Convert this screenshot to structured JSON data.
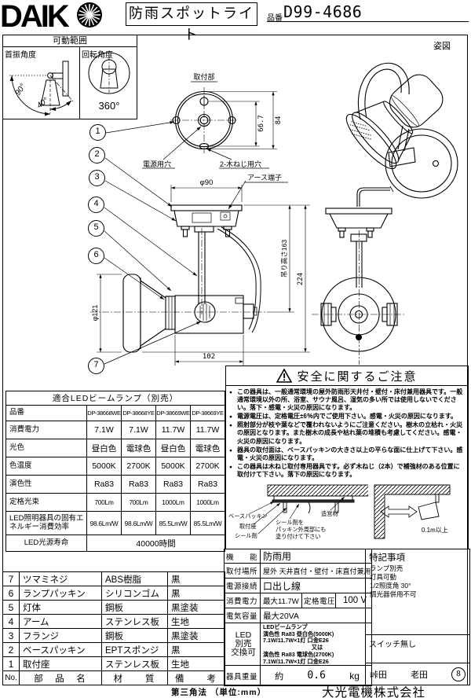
{
  "header": {
    "logo_text": "DAIK",
    "title": "防雨スポットライト",
    "part_label": "品番",
    "part_number": "D99-4686"
  },
  "pose_label": "姿図",
  "movable_range": {
    "title": "可動範囲",
    "swing_label": "首振角度",
    "swing_angle_back": "90°",
    "swing_angle_front": "40°",
    "rotation_label": "回転角度",
    "rotation_angle": "360°"
  },
  "drawing": {
    "mount_label": "取付部",
    "dim_inner_height": "66.7",
    "dim_outer_height": "84",
    "power_hole_label": "電源用穴",
    "wood_screw_label": "2-木ねじ用穴",
    "base_dia": "φ90",
    "earth_label": "アース端子",
    "lamp_dia": "φ121",
    "hang_height": "吊り高さ163",
    "total_height": "224",
    "depth": "102",
    "callouts": [
      "1",
      "2",
      "3",
      "4",
      "5",
      "6",
      "7"
    ]
  },
  "safety": {
    "title": "安全に関するご注意",
    "bullets": [
      "この器具は、一般通常環境の屋外防雨形天井付・壁付・床付兼用器具です。一般通常環境以外の所、浴室、サウナ風呂、湿気の多い所では使用しないでください。落下・感電・火災の原因になります。",
      "電源電圧は、定格電圧±6％内でご使用下さい。感電・火災の原因になります。",
      "照射部分が枝や葉などで覆われないようにご注意ください。樹木の立枯れ・火災の原因となります。また樹木の成長や枯れ葉の堆積も考慮してください。感電・火災の原因になります。",
      "器具の取付面は、ベースパッキンの大きさ以上の平らな面に仕上げて下さい。感電・火災の原因になります。",
      "この器具は木ねじ取付専用器具です。必ず木ねじ（2本）で補強材のある位置に取付けて下さい。落下の原因になります。"
    ],
    "diagram": {
      "base_packing": "ベースパッキン",
      "mount_seat": "取付座",
      "sealant": "シール剤",
      "sealant_note": [
        "シール剤を",
        "パッキン外周部にも",
        "塗り付けて下さい"
      ],
      "structure": "造営材",
      "clearance": "0.1m以上"
    }
  },
  "led_table": {
    "title": "適合LEDビームランプ（別売）",
    "rows": [
      {
        "label": "品番",
        "values": [
          "DP-38668WE",
          "DP-38668YE",
          "DP-38669WE",
          "DP-38669YE"
        ]
      },
      {
        "label": "消費電力",
        "values": [
          "7.1W",
          "7.1W",
          "11.7W",
          "11.7W"
        ]
      },
      {
        "label": "光色",
        "values": [
          "昼白色",
          "電球色",
          "昼白色",
          "電球色"
        ]
      },
      {
        "label": "色温度",
        "values": [
          "5000K",
          "2700K",
          "5000K",
          "2700K"
        ]
      },
      {
        "label": "演色性",
        "values": [
          "Ra83",
          "Ra83",
          "Ra83",
          "Ra83"
        ]
      },
      {
        "label": "定格光束",
        "values": [
          "700Lm",
          "700Lm",
          "1000Lm",
          "1000Lm"
        ]
      },
      {
        "label": "LED照明器具の固有エネルギー消費効率",
        "values": [
          "98.6Lm/W",
          "98.6Lm/W",
          "85.5Lm/W",
          "85.5Lm/W"
        ]
      }
    ],
    "lifetime_label": "LED光源寿命",
    "lifetime_value": "40000時間"
  },
  "parts_table": {
    "header": {
      "no": "No.",
      "name": "部　品　名",
      "material": "材　　質",
      "note": "備　　考"
    },
    "rows": [
      {
        "no": "7",
        "name": "ツマミネジ",
        "material": "ABS樹脂",
        "note": "黒"
      },
      {
        "no": "6",
        "name": "ランプパッキン",
        "material": "シリコンゴム",
        "note": "黒"
      },
      {
        "no": "5",
        "name": "灯体",
        "material": "鋼板",
        "note": "黒塗装"
      },
      {
        "no": "4",
        "name": "アーム",
        "material": "ステンレス板",
        "note": "生地"
      },
      {
        "no": "3",
        "name": "フランジ",
        "material": "鋼板",
        "note": "黒塗装"
      },
      {
        "no": "2",
        "name": "ベースパッキン",
        "material": "EPTスポンジ",
        "note": "黒"
      },
      {
        "no": "1",
        "name": "取付座",
        "material": "ステンレス板",
        "note": "生地"
      }
    ]
  },
  "spec": {
    "function_label": "機　　能",
    "function": "防雨用",
    "location_label": "取付場所",
    "location": "屋外 天井直付・壁付・床直付兼用",
    "connection_label": "電源接続",
    "connection": "口出し線",
    "power_label": "消費電力",
    "power": "最大11.7W",
    "voltage_label": "定格電圧",
    "voltage": "100 V",
    "capacity_label": "電気容量",
    "capacity": "最大20VA",
    "led_label_1": "LED",
    "led_label_2": "別売",
    "led_label_3": "交換可",
    "led_lines": [
      "LEDビームランプ",
      "演色性 Ra83 昼白色(5000K)",
      "7.1W/11.7W×1灯 口金E26",
      "又は",
      "演色性 Ra83 電球色(2700K)",
      "7.1W/11.7W×1灯 口金E26"
    ],
    "weight_label": "器具重量",
    "weight_approx": "約",
    "weight_value": "0.6",
    "weight_unit": "kg"
  },
  "notes": {
    "title": "特記事項",
    "items": [
      "ランプ別売",
      "灯具可動",
      "1/2照度角 30°",
      "調光器併用不可"
    ],
    "switch": "スイッチ無し",
    "approver1": "峠田",
    "approver2": "老田",
    "sheet_number": "8"
  },
  "footer": {
    "projection": "第三角法 （単位:mm）",
    "company": "大光電機株式会社"
  }
}
